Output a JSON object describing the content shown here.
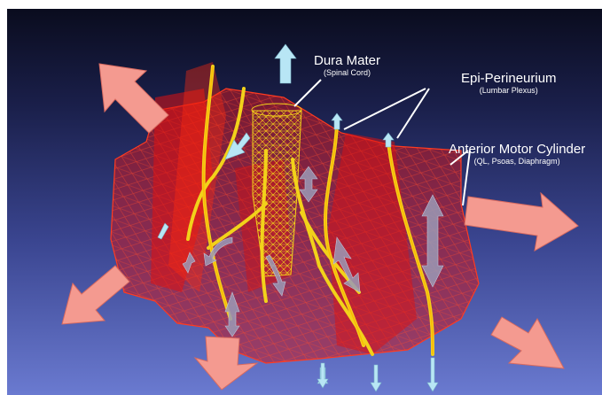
{
  "labels": {
    "dura": {
      "title": "Dura Mater",
      "sub": "(Spinal Cord)"
    },
    "epi": {
      "title": "Epi-Perineurium",
      "sub": "(Lumbar Plexus)"
    },
    "motor": {
      "title": "Anterior Motor Cylinder",
      "sub": "(QL, Psoas, Diaphragm)"
    }
  },
  "colors": {
    "muscle_fill": "#d01820",
    "muscle_mesh": "#ff3a20",
    "nerve": "#f2d21a",
    "big_arrow": "#f49a90",
    "small_arrow": "#b8e6f5",
    "motion_arrow": "#9a9ab6",
    "leader_line": "#ffffff"
  },
  "icons": {
    "expansion_arrows": "big-salmon-arrow-icon",
    "flow_arrows": "small-light-blue-arrow-icon",
    "motion_arrows": "grey-double-headed-arrow-icon"
  }
}
